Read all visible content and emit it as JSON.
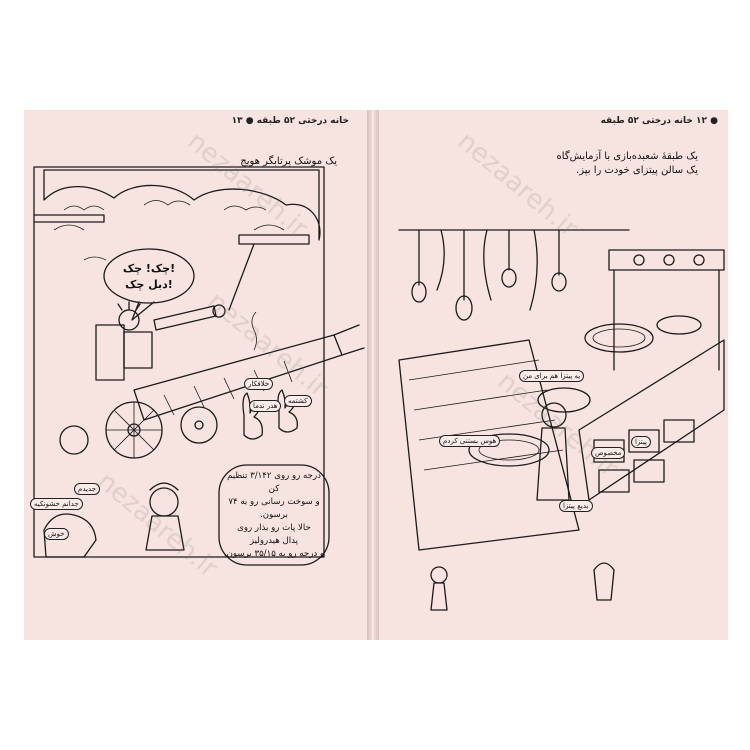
{
  "left_page": {
    "header": "خانه درختی ۵۲ طبقه ● ۱۳",
    "caption": "یک موشک پرتابگر هویج",
    "bubble_line1": "چک! چک!",
    "bubble_line2": "دبل چک!",
    "label_left": "خلافکار",
    "label_right": "کشتمه",
    "label_bottom": "هدر ندما",
    "label_kid": "جدیدم",
    "label_dog": "جدانم خشونکیه",
    "label_bag": "خوش",
    "instructions": [
      "درجه رو روی ۳/۱۴۲ تنظیم کن",
      "و سوخت رسانی رو به ۷۴ برسون.",
      "حالا پات رو بذار روی",
      "پدال هیدرولیز",
      "و درجه رو به ۳۵/۱۵ برسون."
    ]
  },
  "right_page": {
    "header": "● ۱۲ خانه درختی ۵۲ طبقه",
    "caption_line1": "یک طبقهٔ شعبده‌بازی با آزمایش‌گاه",
    "caption_line2": "یک سالن پیتزای خودت را بپز.",
    "label_pizza": "بدیع پیتزا",
    "label_order": "یه پیتزا هم برای من",
    "label_kid": "هوس بستنی کردم",
    "label_box1": "مخصوص",
    "label_box2": "پیتزا"
  },
  "watermark": "nezaareh.ir"
}
